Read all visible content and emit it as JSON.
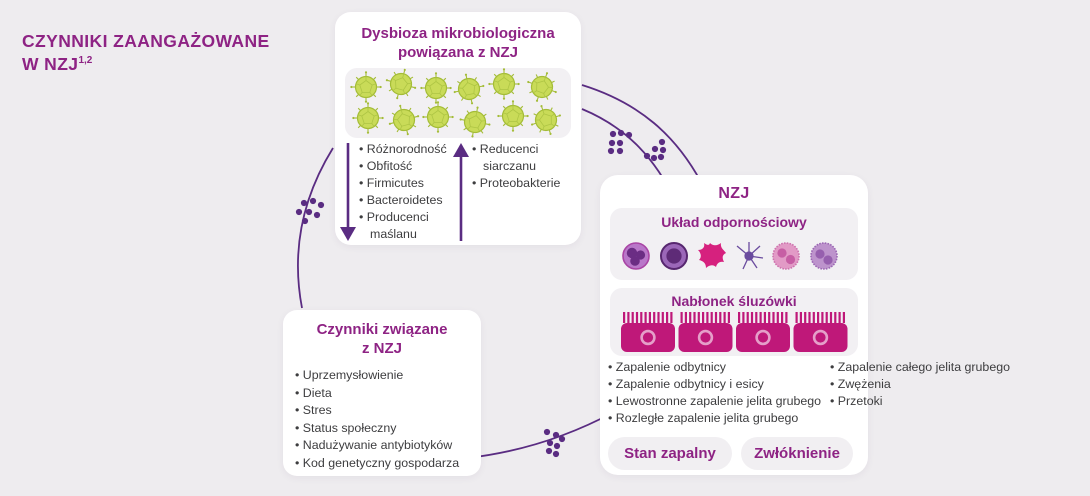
{
  "page": {
    "background_color": "#EEECEF",
    "accent_color": "#8E2384",
    "connector_color": "#5A2C82",
    "microbe_color": "#C9DB58",
    "epithelium_color": "#BF1879",
    "body_text_color": "#3D3D3F"
  },
  "main_title": {
    "line1": "CZYNNIKI ZAANGAŻOWANE",
    "line2": "W NZJ",
    "superscript": "1,2"
  },
  "dysbiosis_card": {
    "title_line1": "Dysbioza mikrobiologiczna",
    "title_line2": "powiązana z NZJ",
    "illustration": "microbes-icon",
    "decreased_arrow": "arrow-down-icon",
    "increased_arrow": "arrow-up-icon",
    "decreased_items": [
      "Różnorodność",
      "Obfitość",
      "Firmicutes",
      "Bacteroidetes",
      "Producenci maślanu"
    ],
    "increased_items": [
      "Reducenci siarczanu",
      "Proteobakterie"
    ]
  },
  "nzj_card": {
    "title": "NZJ",
    "immune_section": {
      "title": "Układ odpornościowy",
      "cell_icons": [
        "granulocyte-cell-icon",
        "lymphocyte-cell-icon",
        "macrophage-cell-icon",
        "dendritic-cell-icon",
        "eosinophil-cell-icon",
        "basophil-cell-icon"
      ]
    },
    "mucosa_section": {
      "title": "Nabłonek śluzówki",
      "illustration": "epithelium-icon"
    },
    "left_items": [
      "Zapalenie odbytnicy",
      "Zapalenie odbytnicy i esicy",
      "Lewostronne zapalenie jelita grubego",
      "Rozległe zapalenie jelita grubego"
    ],
    "right_items": [
      "Zapalenie całego jelita grubego",
      "Zwężenia",
      "Przetoki"
    ],
    "chips": [
      "Stan zapalny",
      "Zwłóknienie"
    ]
  },
  "factors_card": {
    "title_line1": "Czynniki związane",
    "title_line2": "z NZJ",
    "items": [
      "Uprzemysłowienie",
      "Dieta",
      "Stres",
      "Status społeczny",
      "Nadużywanie antybiotyków",
      "Kod genetyczny gospodarza"
    ]
  }
}
